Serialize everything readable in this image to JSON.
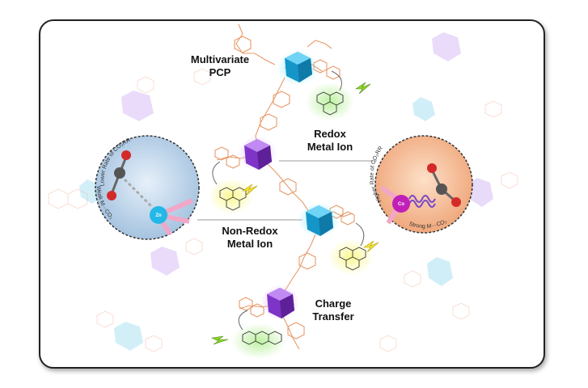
{
  "labels": {
    "multivariate": "Multivariate",
    "pcp": "PCP",
    "redox_line1": "Redox",
    "redox_line2": "Metal Ion",
    "nonredox_line1": "Non-Redox",
    "nonredox_line2": "Metal Ion",
    "charge_line1": "Charge",
    "charge_line2": "Transfer"
  },
  "left_circle": {
    "top_text": "Lower Rate of CO₂RR",
    "bottom_text": "Weak M···CO₂",
    "ion": "Zn"
  },
  "right_circle": {
    "top_text": "Higher Rate of CO₂RR",
    "bottom_text": "Strong M···CO₂",
    "ion": "Co"
  },
  "colors": {
    "cyan_node": "#1aa8d8",
    "purple_node": "#8a3fd1",
    "linker": "#e8a070",
    "left_circle_fill": "#bcd4ea",
    "right_circle_fill": "#f2b98f",
    "glow_green": "#9be07a",
    "glow_yellow": "#f6f27a"
  }
}
